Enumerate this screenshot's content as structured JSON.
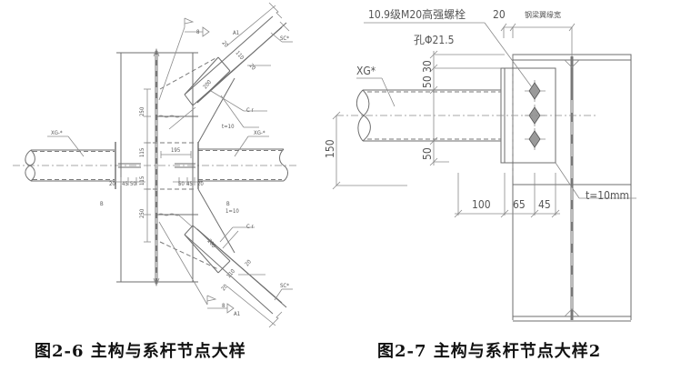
{
  "figure_left": {
    "caption": "图2-6 主构与系杆节点大样",
    "labels": {
      "xg_left": "XG-*",
      "xg_right": "XG-*",
      "sc_top": "SC*",
      "sc_bottom": "SC*",
      "a1_top": "A1",
      "a1_bottom": "A1",
      "b_left": "B",
      "b_right": "B",
      "t10_top": "t=10",
      "t10_bottom": "1=10",
      "weld_top": "8",
      "weld_bottom": "8",
      "cr_top": "C r",
      "cr_bottom": "C r"
    },
    "dimensions": {
      "d250_top": "250",
      "d250_bottom": "250",
      "d115_top": "115",
      "d115_bottom": "115",
      "d195": "195",
      "d20_l": "20",
      "d45_l": "45",
      "d50_l": "50",
      "d50_r": "50",
      "d45_r": "45",
      "d20_r": "20",
      "d200_top": "200",
      "d110_top": "110",
      "d20a_top": "20",
      "d20b_top": "20",
      "d200_bottom": "200",
      "d110_bottom": "110",
      "d20a_bottom": "20",
      "d20b_bottom": "20"
    }
  },
  "figure_right": {
    "caption": "图2-7 主构与系杆节点大样2",
    "labels": {
      "bolt_spec": "10.9级M20高强螺栓",
      "hole": "孔Φ21.5",
      "xg": "XG*",
      "flange_width": "钢梁翼缘宽",
      "plate_thickness": "t=10mm"
    },
    "dimensions": {
      "d20": "20",
      "d30": "30",
      "d50_top": "50",
      "d50_bottom": "50",
      "d150": "150",
      "d100": "100",
      "d65": "65",
      "d45": "45"
    }
  }
}
